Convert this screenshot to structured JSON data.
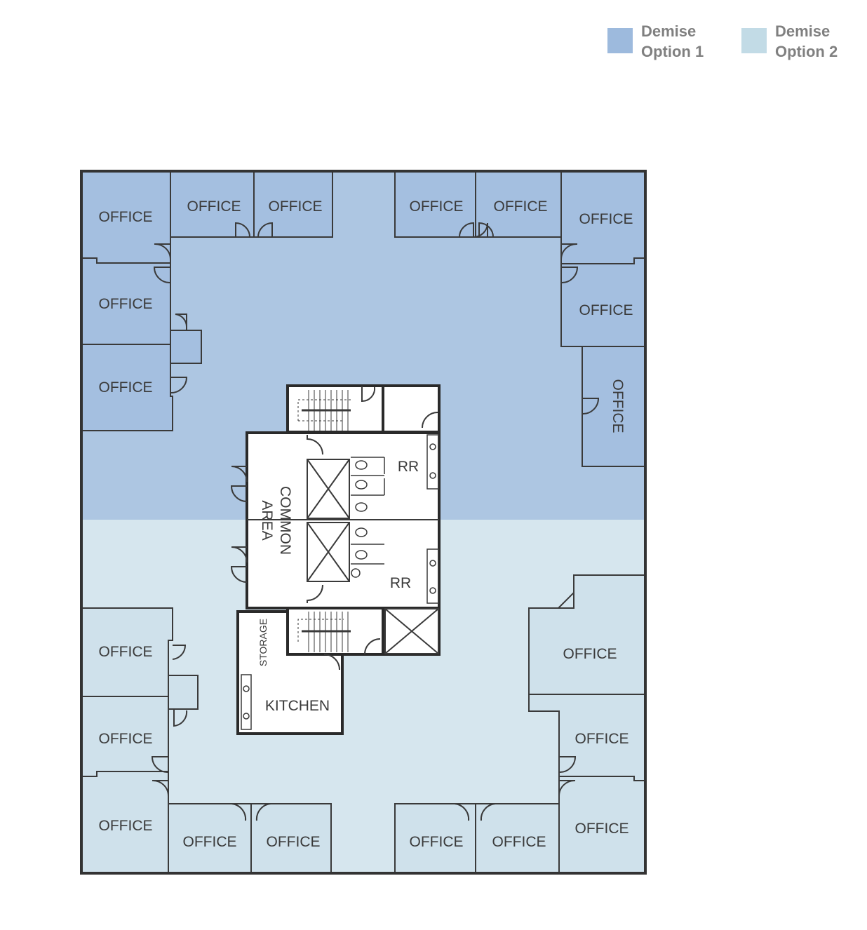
{
  "legend": [
    {
      "line1": "Demise",
      "line2": "Option 1",
      "color": "#9dbadd"
    },
    {
      "line1": "Demise",
      "line2": "Option 2",
      "color": "#c2dbe6"
    }
  ],
  "zones": {
    "option1_color": "#adc6e2",
    "option1_room_color": "#a4bfe0",
    "option2_color": "#d6e6ee",
    "option2_room_color": "#cfe1eb"
  },
  "labels": {
    "office": "OFFICE",
    "common_area_line1": "COMMON",
    "common_area_line2": "AREA",
    "restroom": "RR",
    "storage": "STORAGE",
    "kitchen": "KITCHEN"
  }
}
